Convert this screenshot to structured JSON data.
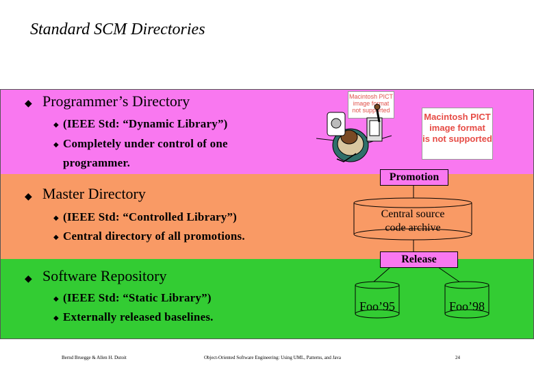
{
  "title": "Standard SCM Directories",
  "sections": [
    {
      "heading": "Programmer’s Directory",
      "bullets": [
        "(IEEE Std: “Dynamic Library”)",
        "Completely under control of one",
        "programmer."
      ]
    },
    {
      "heading": "Master Directory",
      "bullets": [
        "(IEEE Std: “Controlled Library”)",
        "Central directory of all promotions."
      ]
    },
    {
      "heading": "Software Repository",
      "bullets": [
        "(IEEE Std: “Static Library”)",
        "Externally released baselines."
      ]
    }
  ],
  "pict_small": [
    "Macintosh PICT",
    "image format",
    "not supported"
  ],
  "pict_large": [
    "Macintosh PICT",
    "image format",
    "is not supported"
  ],
  "diagram": {
    "promotion": "Promotion",
    "central_archive": [
      "Central source",
      "code archive"
    ],
    "release": "Release",
    "foo95": "Foo’95",
    "foo98": "Foo’98"
  },
  "footer": {
    "authors": "Bernd Bruegge & Allen H. Dutoit",
    "book": "Object-Oriented Software Engineering: Using UML, Patterns, and Java",
    "page": "24"
  },
  "colors": {
    "band1": "#f978f0",
    "band2": "#f99a65",
    "band3": "#33cc33"
  }
}
